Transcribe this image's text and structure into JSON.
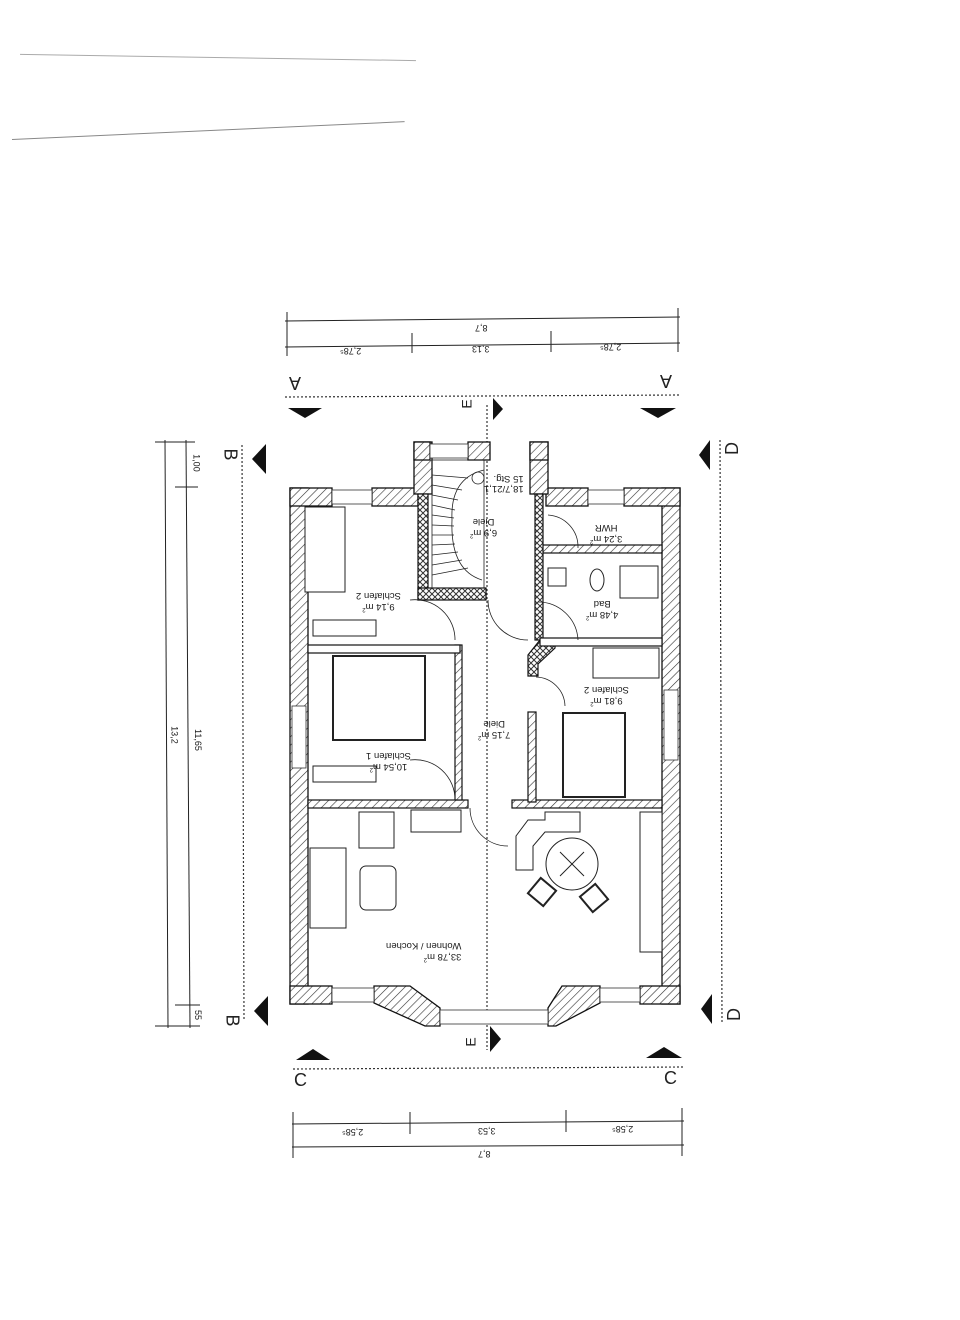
{
  "document": {
    "type": "floor-plan",
    "orientation": "rotated-180"
  },
  "header_sheets": {
    "faint_lines": 2
  },
  "dimensions": {
    "top": {
      "total": "8,7",
      "segments": [
        "2,78⁵",
        "3,13",
        "2,78⁵"
      ]
    },
    "bottom": {
      "total": "8,7",
      "segments": [
        "2,58⁵",
        "3,53",
        "2,58⁵"
      ]
    },
    "left": {
      "total": "13,2",
      "inner": "11,65",
      "top_segment": "1,00",
      "bottom_segment": "55"
    }
  },
  "section_markers": {
    "A": [
      "A",
      "A"
    ],
    "B": [
      "B",
      "B"
    ],
    "C": [
      "C",
      "C"
    ],
    "D": [
      "D",
      "D"
    ],
    "E": [
      "E",
      "E"
    ]
  },
  "rooms": {
    "diele_top": {
      "name": "Diele",
      "area": "6,9 m",
      "sup": "2"
    },
    "stairs": {
      "steps": "15 Stg.",
      "rise": "18,7/21,1"
    },
    "hwr": {
      "name": "HWR",
      "area": "3,24 m",
      "sup": "2"
    },
    "bad": {
      "name": "Bad",
      "area": "4,48 m",
      "sup": "2"
    },
    "schlafen2_left": {
      "name": "Schlafen 2",
      "area": "9,14 m",
      "sup": "2"
    },
    "schlafen1": {
      "name": "Schlafen 1",
      "area": "10,54 m",
      "sup": "2"
    },
    "diele_mid": {
      "name": "Diele",
      "area": "7,15 m",
      "sup": "2"
    },
    "schlafen2_right": {
      "name": "Schlafen 2",
      "area": "9,81 m",
      "sup": "2"
    },
    "wohnen": {
      "name": "Wohnen / Kochen",
      "area": "33,78 m",
      "sup": "2"
    }
  },
  "colors": {
    "ink": "#1a1a1a",
    "paper": "#ffffff",
    "hatch": "#333333"
  }
}
